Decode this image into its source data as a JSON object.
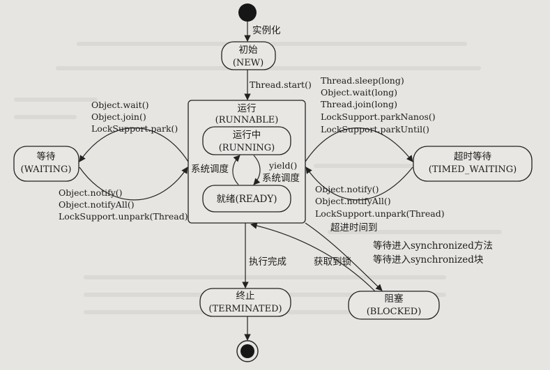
{
  "states": {
    "new": {
      "cn": "初始",
      "en": "(NEW)"
    },
    "runnable": {
      "cn": "运行",
      "en": "(RUNNABLE)"
    },
    "running": {
      "cn": "运行中",
      "en": "(RUNNING)"
    },
    "ready": {
      "cn": "就绪(READY)"
    },
    "waiting": {
      "cn": "等待",
      "en": "(WAITING)"
    },
    "timed_waiting": {
      "cn": "超时等待",
      "en": "(TIMED_WAITING)"
    },
    "terminated": {
      "cn": "终止",
      "en": "(TERMINATED)"
    },
    "blocked": {
      "cn": "阻塞",
      "en": "(BLOCKED)"
    }
  },
  "labels": {
    "instantiate": "实例化",
    "start": "Thread.start()",
    "to_waiting": [
      "Object.wait()",
      "Object.join()",
      "LockSupport.park()"
    ],
    "from_waiting": [
      "Object.notify()",
      "Object.notifyAll()",
      "LockSupport.unpark(Thread)"
    ],
    "to_timed": [
      "Thread.sleep(long)",
      "Object.wait(long)",
      "Thread.join(long)",
      "LockSupport.parkNanos()",
      "LockSupport.parkUntil()"
    ],
    "from_timed": [
      "Object.notify()",
      "Object.notifyAll()",
      "LockSupport.unpark(Thread)",
      "超进时间到"
    ],
    "sched": "系统调度",
    "yield": "yield()",
    "sched2": "系统调度",
    "done": "执行完成",
    "acquire": "获取到锁",
    "to_blocked": [
      "等待进入synchronized方法",
      "等待进入synchronized块"
    ]
  }
}
